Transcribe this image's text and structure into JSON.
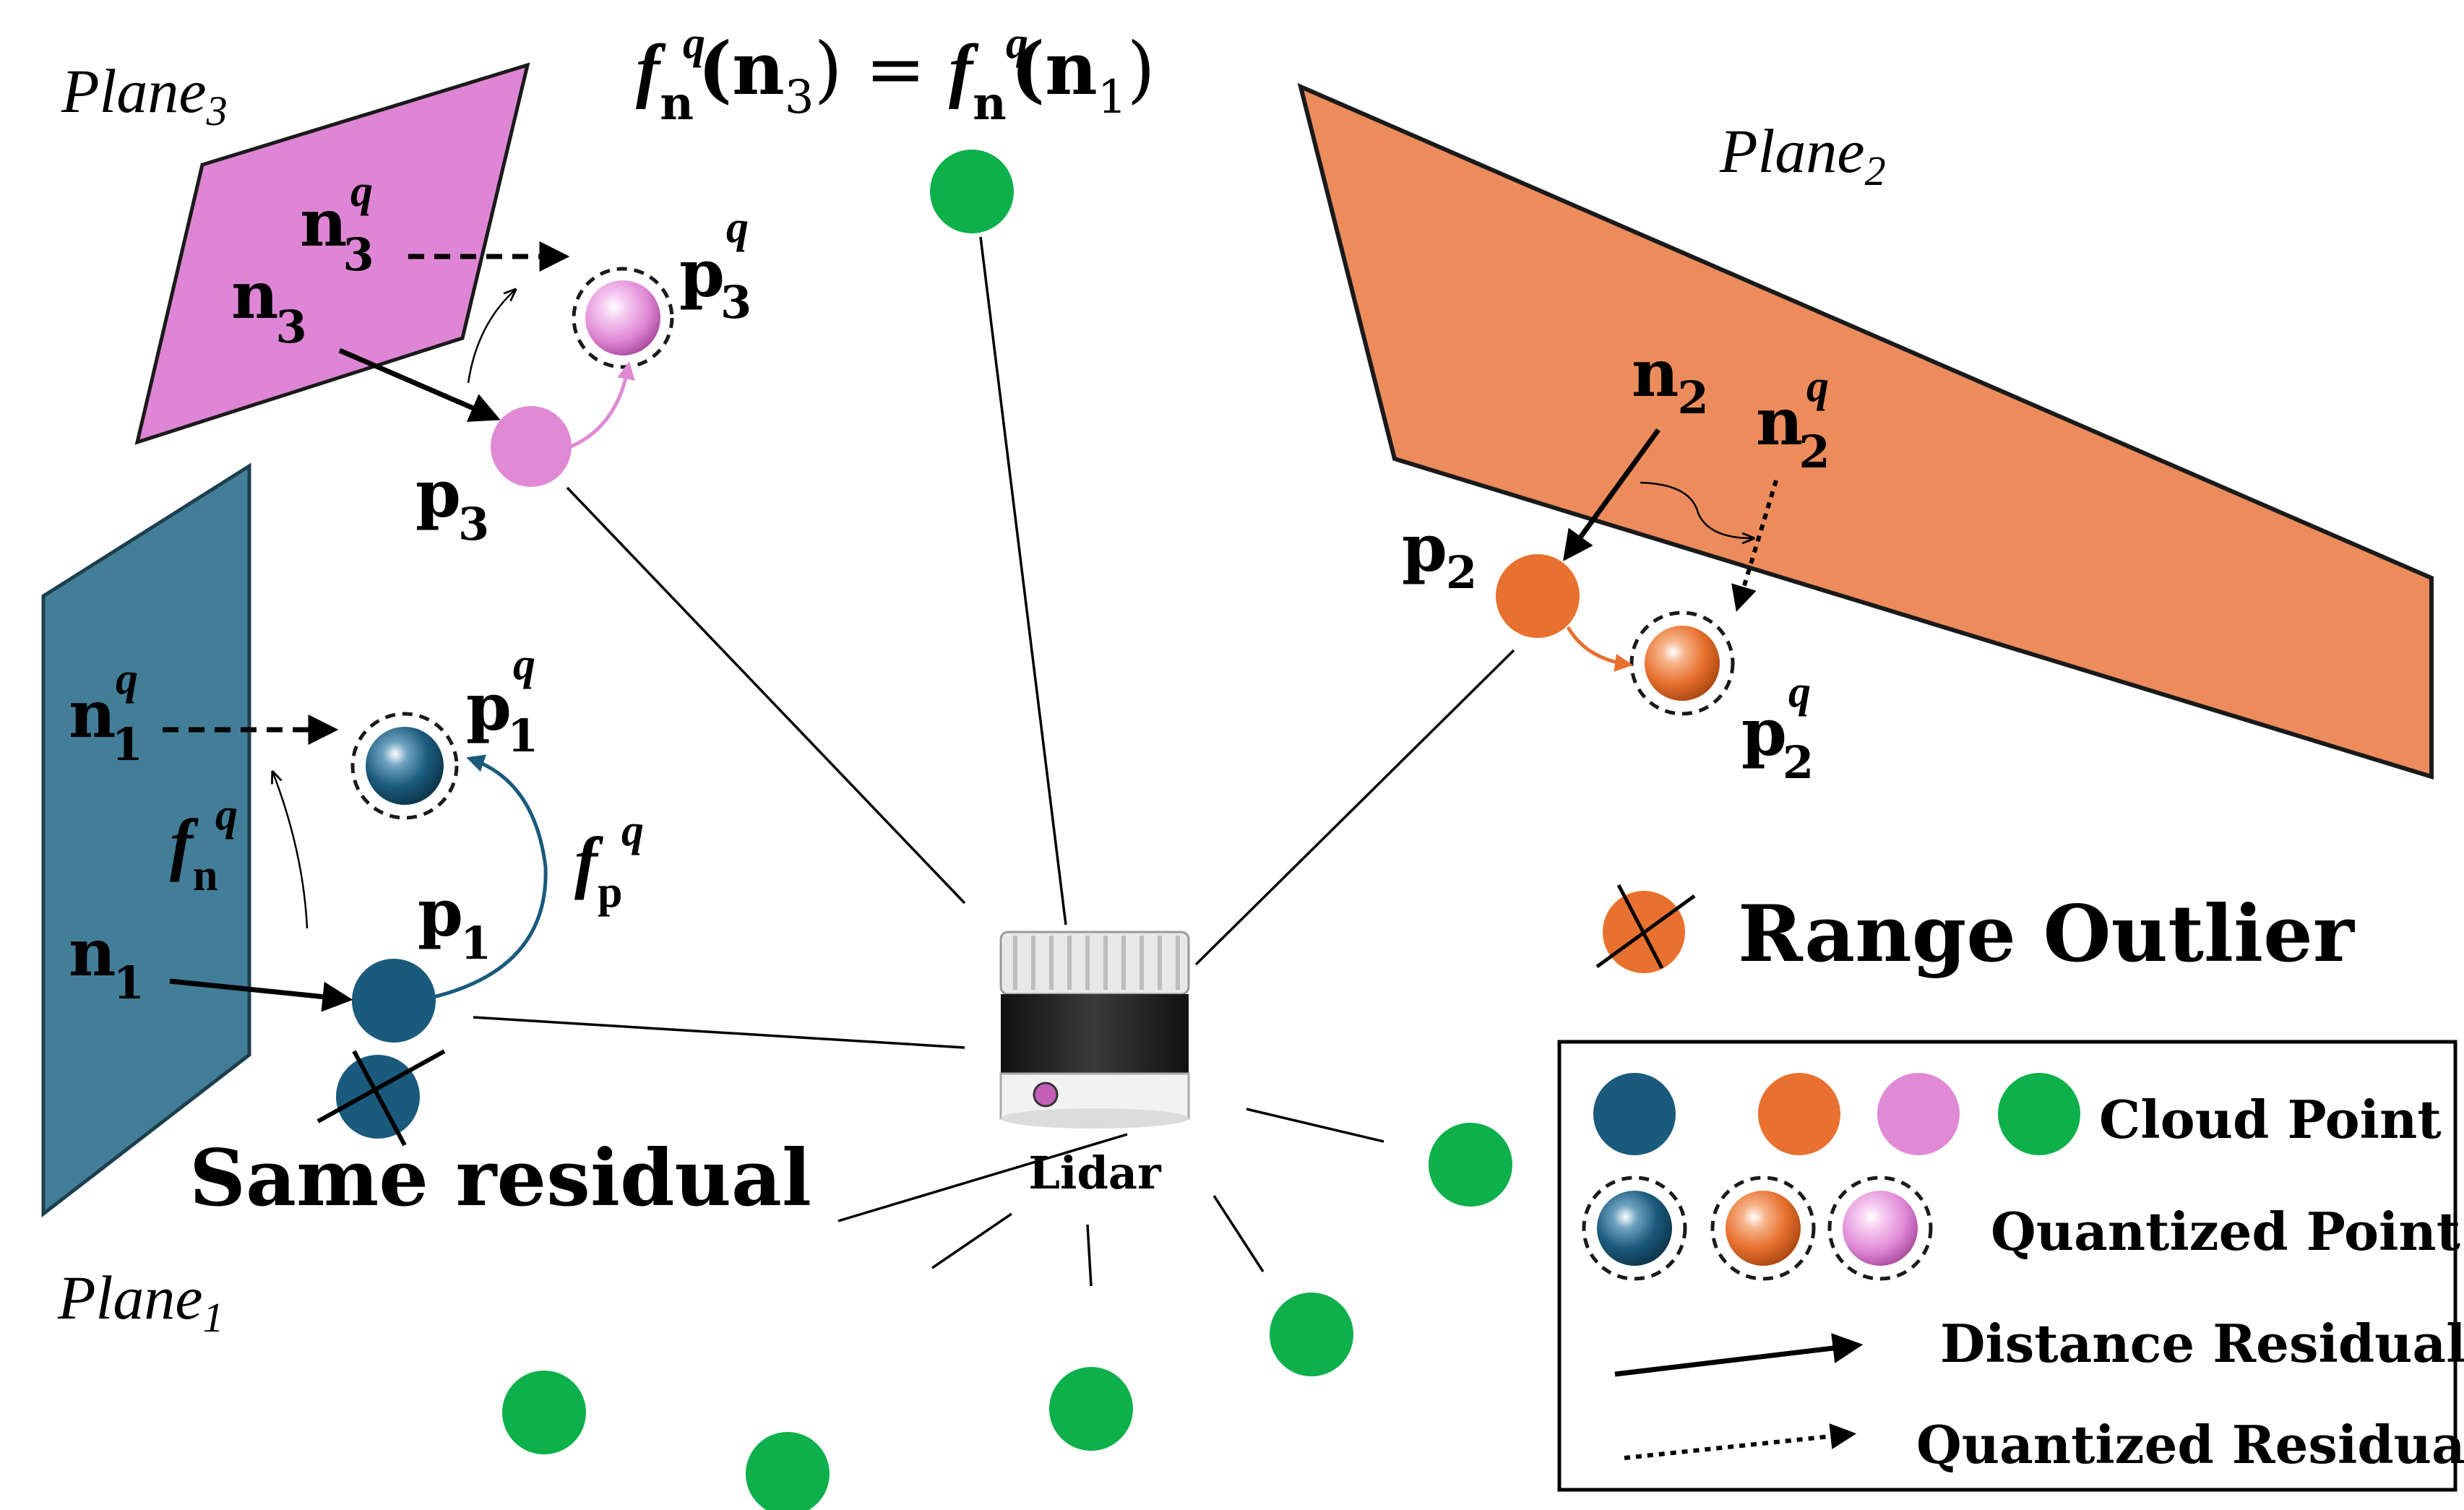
{
  "planes": {
    "plane1": {
      "label": "Plane",
      "sub": "1",
      "color": "#437e98"
    },
    "plane2": {
      "label": "Plane",
      "sub": "2",
      "color": "#ec8c5c"
    },
    "plane3": {
      "label": "Plane",
      "sub": "3",
      "color": "#de86d5"
    }
  },
  "top_equation": {
    "f": "f",
    "n": "n",
    "q": "q",
    "arg_left": "(n",
    "sub_left": "3",
    "close": ")",
    "equals": " = ",
    "arg_right": "(n",
    "sub_right": "1"
  },
  "symbols": {
    "n": "n",
    "p": "p",
    "q": "q",
    "f": "f",
    "one": "1",
    "two": "2",
    "three": "3",
    "sub_n": "n",
    "sub_p": "p"
  },
  "annotations": {
    "same_residual": "Same residual",
    "range_outlier": "Range Outlier",
    "lidar": "Lidar"
  },
  "legend": {
    "cloud_point": "Cloud Point",
    "quantized_point": "Quantized Point",
    "distance_residual": "Distance Residual",
    "quantized_residual": "Quantized Residual"
  },
  "colors": {
    "blue_point": "#1a5a7c",
    "orange_point": "#e8712f",
    "pink_point": "#e08ad6",
    "green_point": "#0db04b",
    "ink": "#000000"
  }
}
